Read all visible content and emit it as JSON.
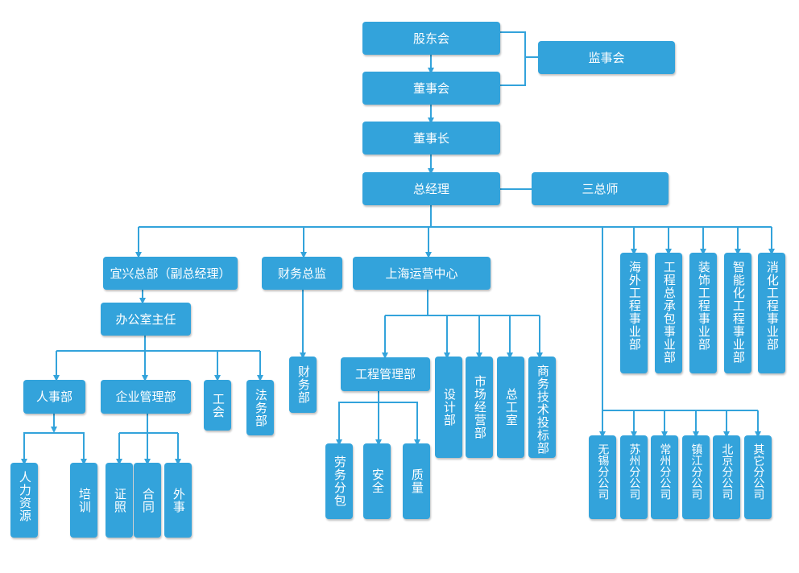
{
  "colors": {
    "box": "#33a3db",
    "line": "#33a3db",
    "text": "#ffffff"
  },
  "nodes": {
    "shareholders_meeting": "股东会",
    "supervisory_board": "监事会",
    "board_of_directors": "董事会",
    "chairman": "董事长",
    "general_manager": "总经理",
    "three_chief_engineers": "三总师",
    "yixing_hq": "宜兴总部（副总经理）",
    "finance_director": "财务总监",
    "shanghai_center": "上海运营中心",
    "overseas_dept": "海外工程事业部",
    "general_contract_dept": "工程总承包事业部",
    "decoration_dept": "装饰工程事业部",
    "intelligent_dept": "智能化工程事业部",
    "fire_dept": "消化工程事业部",
    "office_director": "办公室主任",
    "finance_dept": "财务部",
    "engineering_mgmt": "工程管理部",
    "design_dept": "设计部",
    "marketing_dept": "市场经营部",
    "chief_engineer_office": "总工室",
    "bidding_dept": "商务技术投标部",
    "hr_dept": "人事部",
    "enterprise_mgmt": "企业管理部",
    "union": "工会",
    "legal_dept": "法务部",
    "human_resources": "人力资源",
    "training": "培训",
    "certificates": "证照",
    "contracts": "合同",
    "foreign_affairs": "外事",
    "labor_subcontract": "劳务分包",
    "safety": "安全",
    "quality": "质量",
    "wuxi_branch": "无锡分公司",
    "suzhou_branch": "苏州分公司",
    "changzhou_branch": "常州分公司",
    "zhenjiang_branch": "镇江分公司",
    "beijing_branch": "北京分公司",
    "other_branches": "其它分公司"
  }
}
